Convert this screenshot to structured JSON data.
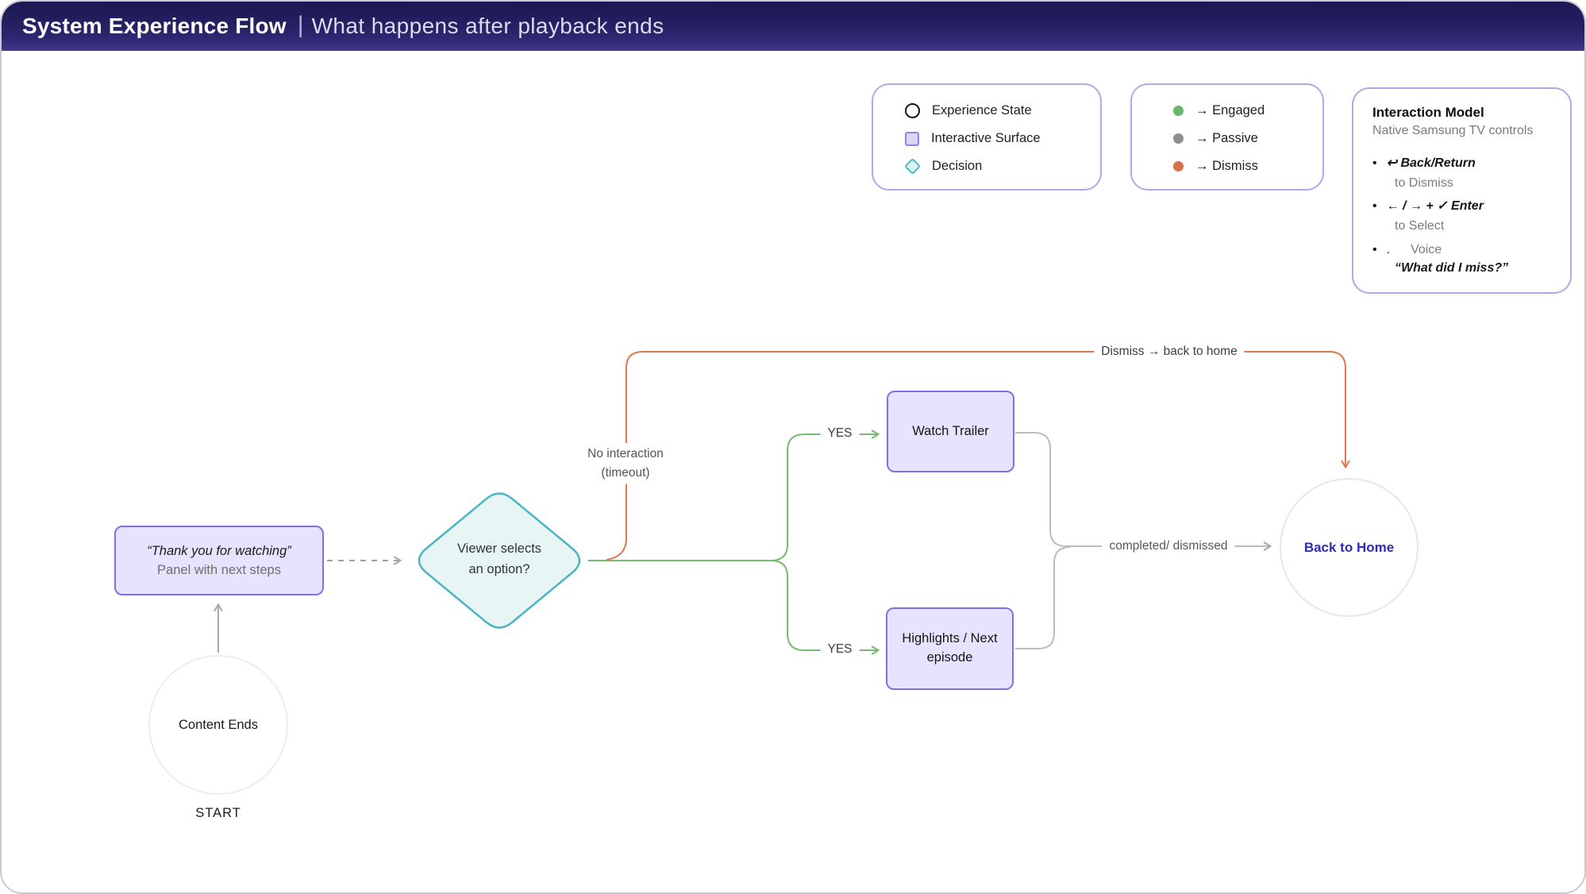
{
  "header": {
    "title": "System Experience Flow",
    "separator": "|",
    "subtitle": "What happens after playback ends"
  },
  "legend_shapes": {
    "items": [
      {
        "icon": "circle",
        "label": "Experience State"
      },
      {
        "icon": "square",
        "label": "Interactive Surface"
      },
      {
        "icon": "diamond",
        "label": "Decision"
      }
    ]
  },
  "legend_outcomes": {
    "items": [
      {
        "label": "→ Engaged",
        "color": "#6ab46a"
      },
      {
        "label": "→ Passive",
        "color": "#8e8e8e"
      },
      {
        "label": "→ Dismiss",
        "color": "#d7714a"
      }
    ]
  },
  "interaction_model": {
    "title": "Interaction Model",
    "subtitle": "Native Samsung TV controls",
    "bullets": [
      {
        "key": "↩ Back/Return",
        "desc": "to Dismiss"
      },
      {
        "key": "← / → + ✓ Enter",
        "desc": "to Select"
      },
      {
        "prefix": ".",
        "key": "Voice",
        "desc": "“What did I miss?”"
      }
    ]
  },
  "flow": {
    "start": {
      "label": "Content Ends",
      "caption": "START"
    },
    "panel": {
      "line1": "“Thank you for watching”",
      "line2": "Panel with next steps"
    },
    "decision": {
      "line1": "Viewer selects",
      "line2": "an option?"
    },
    "trailer": {
      "label": "Watch Trailer"
    },
    "highlights": {
      "label": "Highlights / Next episode"
    },
    "home": {
      "label": "Back to Home"
    },
    "edge_labels": {
      "timeout_line1": "No interaction",
      "timeout_line2": "(timeout)",
      "yes_top": "YES",
      "yes_bottom": "YES",
      "dismiss": "Dismiss → back to home",
      "completed": "completed/ dismissed"
    }
  },
  "colors": {
    "header_navy": "#242061",
    "panel_fill": "#e7e2fd",
    "panel_border": "#7e72e2",
    "legend_border": "#b5a7e4",
    "decision_fill": "#e7f5f4",
    "decision_border": "#4bb6c3",
    "engaged_green": "#77bb77",
    "passive_gray": "#bcbcbc",
    "dismiss_orange": "#dd7a4e",
    "home_text": "#2e2bb4"
  }
}
